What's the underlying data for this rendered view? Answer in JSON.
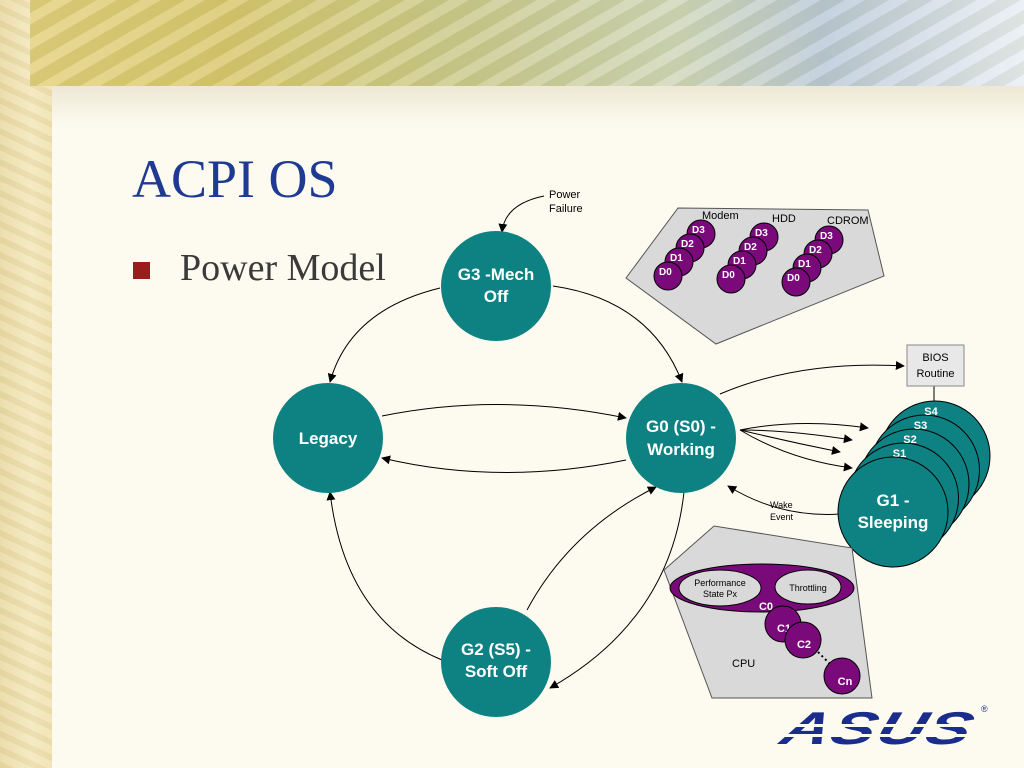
{
  "slide": {
    "title": "ACPI OS",
    "bullet": "Power Model"
  },
  "diagram": {
    "states": {
      "g3_line1": "G3 -Mech",
      "g3_line2": "Off",
      "legacy": "Legacy",
      "g0_line1": "G0 (S0) -",
      "g0_line2": "Working",
      "g2_line1": "G2 (S5) -",
      "g2_line2": "Soft Off",
      "g1_line1": "G1 -",
      "g1_line2": "Sleeping"
    },
    "sleep_states": [
      "S4",
      "S3",
      "S2",
      "S1"
    ],
    "power_failure_line1": "Power",
    "power_failure_line2": "Failure",
    "bios_line1": "BIOS",
    "bios_line2": "Routine",
    "wake_line1": "Wake",
    "wake_line2": "Event",
    "devices": {
      "modem": "Modem",
      "hdd": "HDD",
      "cdrom": "CDROM",
      "d_states": [
        "D3",
        "D2",
        "D1",
        "D0"
      ]
    },
    "cpu": {
      "label": "CPU",
      "perf_line1": "Performance",
      "perf_line2": "State Px",
      "throttling": "Throttling",
      "c0": "C0",
      "c1": "C1",
      "c2": "C2",
      "cn": "Cn"
    },
    "logo": "ASUS",
    "colors": {
      "state_fill": "#0e8282",
      "device_fill": "#7a0a7a",
      "panel_fill": "#d9d9d9",
      "title": "#1f3a93",
      "bullet": "#9b1c1c",
      "logo": "#1a2d8c"
    }
  }
}
